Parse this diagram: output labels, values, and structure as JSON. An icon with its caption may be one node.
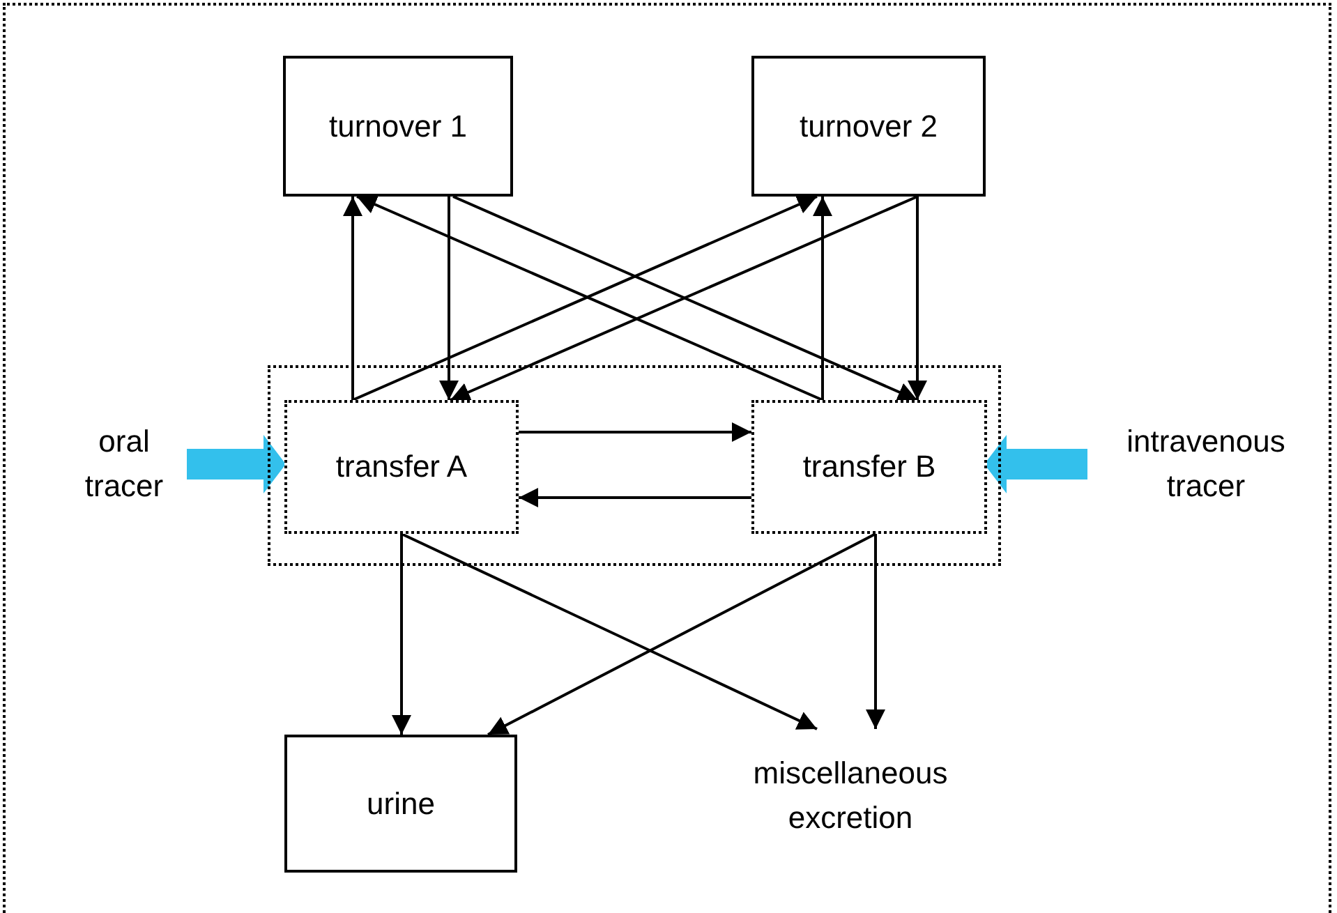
{
  "diagram": {
    "nodes": [
      {
        "text": [
          "turnover 1"
        ]
      },
      {
        "text": [
          "turnover 2"
        ]
      },
      {
        "text": [],
        "shape": "box"
      },
      {
        "text": [
          "transfer A"
        ],
        "in": 2
      },
      {
        "text": [
          "transfer B"
        ],
        "in": 2
      },
      {
        "text": [
          "oral tracer"
        ]
      },
      {
        "text": [
          "intravenous tracer"
        ]
      },
      {
        "text": [
          "urine"
        ]
      },
      {
        "text": [
          "miscellaneous excretion"
        ]
      }
    ],
    "edges": [
      {
        "from": 3,
        "to": 0,
        "arrow": "to"
      },
      {
        "from": 0,
        "to": 3,
        "arrow": "to"
      },
      {
        "from": 4,
        "to": 0,
        "arrow": "to"
      },
      {
        "from": 0,
        "to": 4,
        "arrow": "to"
      },
      {
        "from": 3,
        "to": 1,
        "arrow": "to"
      },
      {
        "from": 1,
        "to": 3,
        "arrow": "to"
      },
      {
        "from": 4,
        "to": 1,
        "arrow": "to"
      },
      {
        "from": 1,
        "to": 4,
        "arrow": "to"
      },
      {
        "from": 3,
        "to": 4,
        "arrow": "to"
      },
      {
        "from": 4,
        "to": 3,
        "arrow": "to"
      },
      {
        "from": 5,
        "to": 3,
        "arrow": "to",
        "style": "thick",
        "color": "#33c0ec"
      },
      {
        "from": 6,
        "to": 4,
        "arrow": "to",
        "style": "thick",
        "color": "#33c0ec"
      },
      {
        "from": 3,
        "to": 7,
        "arrow": "to"
      },
      {
        "from": 3,
        "to": 8,
        "arrow": "to"
      },
      {
        "from": 4,
        "to": 7,
        "arrow": "to"
      },
      {
        "from": 4,
        "to": 8,
        "arrow": "to"
      }
    ]
  }
}
